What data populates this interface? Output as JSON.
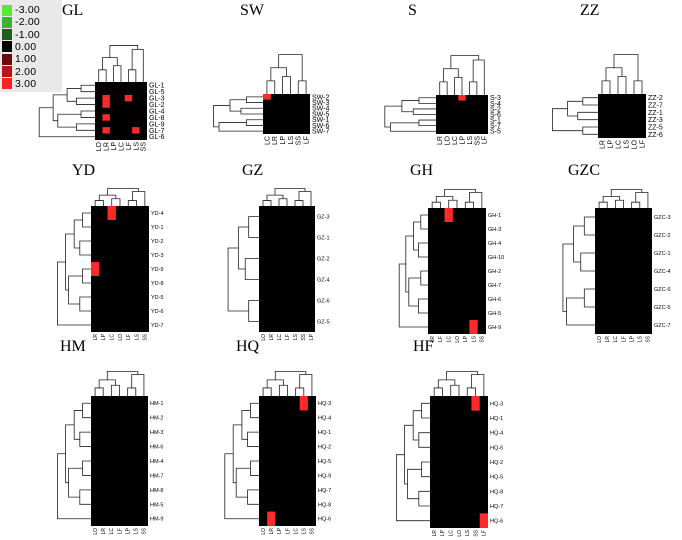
{
  "legend": {
    "items": [
      {
        "label": "-3.00",
        "color": "#5be63a"
      },
      {
        "label": "-2.00",
        "color": "#3bb52a"
      },
      {
        "label": "-1.00",
        "color": "#1e5e16"
      },
      {
        "label": "0.00",
        "color": "#000000"
      },
      {
        "label": "1.00",
        "color": "#6a0d0d"
      },
      {
        "label": "2.00",
        "color": "#b81616"
      },
      {
        "label": "3.00",
        "color": "#ff2020"
      }
    ]
  },
  "colors": {
    "cell": "#000000",
    "high": "#ff2a2a",
    "line": "#222222"
  },
  "panels": [
    {
      "title": "GL",
      "columns": [
        "LO",
        "LR",
        "LP",
        "LC",
        "LF",
        "LS",
        "SS"
      ],
      "rows": [
        "GL-1",
        "GL-5",
        "GL-3",
        "GL-2",
        "GL-4",
        "GL-8",
        "GL-9",
        "GL-7",
        "GL-6"
      ],
      "highlights": [
        [
          2,
          1
        ],
        [
          3,
          1
        ],
        [
          2,
          4
        ],
        [
          5,
          1
        ],
        [
          7,
          1
        ],
        [
          7,
          5
        ]
      ]
    },
    {
      "title": "SW",
      "columns": [
        "LC",
        "LR",
        "LP",
        "LS",
        "SS",
        "LF"
      ],
      "rows": [
        "SW-2",
        "SW-3",
        "SW-4",
        "SW-5",
        "SW-1",
        "SW-6",
        "SW-7"
      ],
      "highlights": [
        [
          0,
          0
        ]
      ]
    },
    {
      "title": "S",
      "columns": [
        "LR",
        "LO",
        "LC",
        "LP",
        "LS",
        "SS",
        "LF"
      ],
      "rows": [
        "S-3",
        "S-4",
        "S-2",
        "S-6",
        "S-1",
        "S-7",
        "S-5"
      ],
      "highlights": [
        [
          0,
          3
        ]
      ]
    },
    {
      "title": "ZZ",
      "columns": [
        "LR",
        "LP",
        "LC",
        "LS",
        "LO",
        "LF"
      ],
      "rows": [
        "ZZ-2",
        "ZZ-7",
        "ZZ-1",
        "ZZ-3",
        "ZZ-5",
        "ZZ-6"
      ],
      "highlights": []
    },
    {
      "title": "YD",
      "columns": [
        "LR",
        "LP",
        "LC",
        "LO",
        "LF",
        "LS",
        "SS"
      ],
      "rows": [
        "YD-4",
        "YD-1",
        "YD-2",
        "YD-3",
        "YD-9",
        "YD-8",
        "YD-5",
        "YD-6",
        "YD-7"
      ],
      "highlights": [
        [
          0,
          2
        ],
        [
          4,
          0
        ]
      ]
    },
    {
      "title": "GZ",
      "columns": [
        "LO",
        "LR",
        "LC",
        "LF",
        "LS",
        "SS",
        "LP"
      ],
      "rows": [
        "GZ-3",
        "GZ-1",
        "GZ-2",
        "GZ-4",
        "GZ-6",
        "GZ-5"
      ],
      "highlights": []
    },
    {
      "title": "GH",
      "columns": [
        "LR",
        "LF",
        "LC",
        "LO",
        "LP",
        "LS",
        "SS"
      ],
      "rows": [
        "GH-1",
        "GH-3",
        "GH-4",
        "GH-10",
        "GH-2",
        "GH-7",
        "GH-6",
        "GH-5",
        "GH-9"
      ],
      "highlights": [
        [
          0,
          2
        ],
        [
          8,
          5
        ]
      ]
    },
    {
      "title": "GZC",
      "columns": [
        "LO",
        "LR",
        "LC",
        "LF",
        "LP",
        "LS",
        "SS"
      ],
      "rows": [
        "GZC-3",
        "GZC-2",
        "GZC-1",
        "GZC-4",
        "GZC-6",
        "GZC-5",
        "GZC-7"
      ],
      "highlights": []
    },
    {
      "title": "HM",
      "columns": [
        "LO",
        "LR",
        "LC",
        "LF",
        "LP",
        "LS",
        "SS"
      ],
      "rows": [
        "HM-1",
        "HM-2",
        "HM-3",
        "HM-6",
        "HM-4",
        "HM-7",
        "HM-8",
        "HM-5",
        "HM-9"
      ],
      "highlights": []
    },
    {
      "title": "HQ",
      "columns": [
        "LO",
        "LR",
        "LP",
        "LF",
        "LC",
        "LS",
        "SS"
      ],
      "rows": [
        "HQ-3",
        "HQ-4",
        "HQ-1",
        "HQ-2",
        "HQ-5",
        "HQ-9",
        "HQ-7",
        "HQ-8",
        "HQ-6"
      ],
      "highlights": [
        [
          0,
          5
        ],
        [
          8,
          1
        ]
      ]
    },
    {
      "title": "HF",
      "columns": [
        "LR",
        "LP",
        "LC",
        "LO",
        "LS",
        "SS",
        "LF"
      ],
      "rows": [
        "HQ-3",
        "HQ-1",
        "HQ-4",
        "HQ-6",
        "HQ-2",
        "HQ-5",
        "HQ-8",
        "HQ-7",
        "HQ-6"
      ],
      "highlights": [
        [
          0,
          5
        ],
        [
          8,
          6
        ]
      ]
    }
  ]
}
